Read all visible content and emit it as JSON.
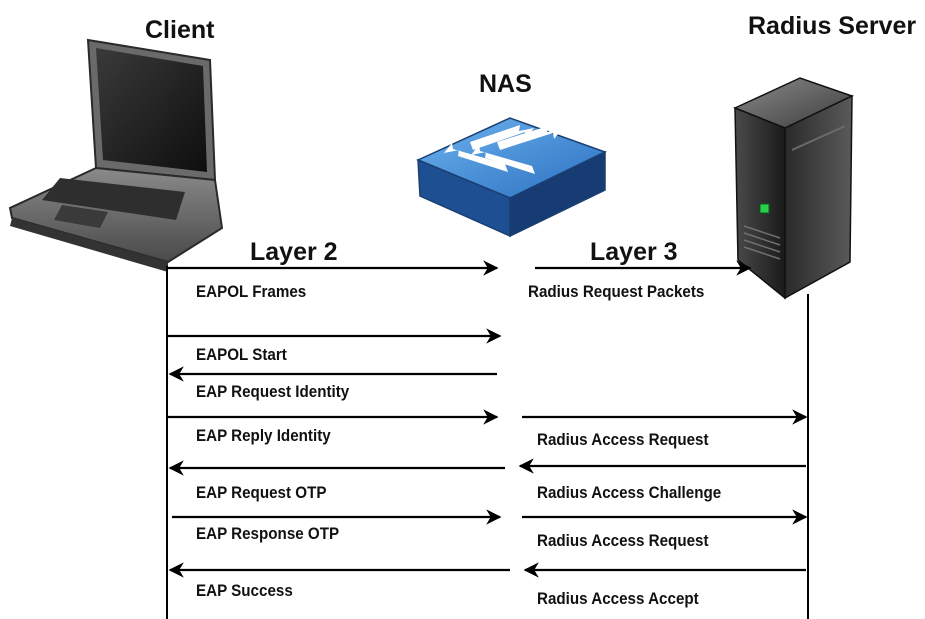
{
  "nodes": {
    "client": "Client",
    "nas": "NAS",
    "server": "Radius Server"
  },
  "layers": {
    "left": "Layer 2",
    "right": "Layer 3"
  },
  "labels": {
    "eapol_frames": "EAPOL Frames",
    "radius_request_packets": "Radius Request Packets",
    "eapol_start": "EAPOL Start",
    "eap_request_identity": "EAP Request Identity",
    "eap_reply_identity": "EAP Reply Identity",
    "radius_access_request_1": "Radius Access Request",
    "eap_request_otp": "EAP Request OTP",
    "radius_access_challenge": "Radius Access Challenge",
    "eap_response_otp": "EAP Response OTP",
    "radius_access_request_2": "Radius Access Request",
    "eap_success": "EAP Success",
    "radius_access_accept": "Radius Access Accept"
  },
  "colors": {
    "switch_top": "#3f8fd6",
    "switch_side": "#1d4e8f",
    "server_body": "#2b2b2b",
    "server_led": "#2bd04a",
    "laptop_body": "#5a5a5a",
    "laptop_screen": "#1c1c1c"
  }
}
